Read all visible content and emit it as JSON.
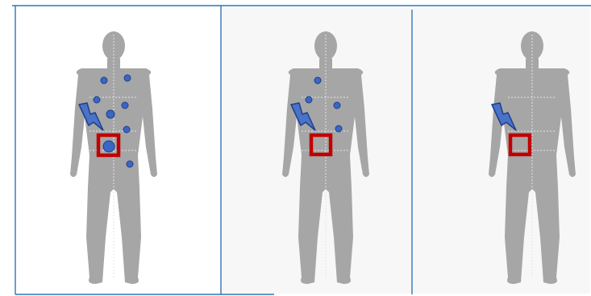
{
  "colors": {
    "frame_line": "#2e75b6",
    "silhouette": "#a6a6a6",
    "guide_line": "#e8e8e8",
    "target_box": "#c00000",
    "lesion_fill": "#3a66c4",
    "lesion_stroke": "#1f3f8a",
    "bolt_fill": "#4a72c8",
    "bolt_stroke": "#1f3f8a",
    "panel_background": "#f4f4f4"
  },
  "panels": [
    {
      "id": "left",
      "lesion_count": 8,
      "box_has_lesion": true
    },
    {
      "id": "middle",
      "lesion_count": 4,
      "box_has_lesion": false
    },
    {
      "id": "right",
      "lesion_count": 0,
      "box_has_lesion": false
    }
  ],
  "icons": [
    "human-silhouette",
    "lightning-bolt-icon",
    "target-square-icon",
    "lesion-dot"
  ]
}
